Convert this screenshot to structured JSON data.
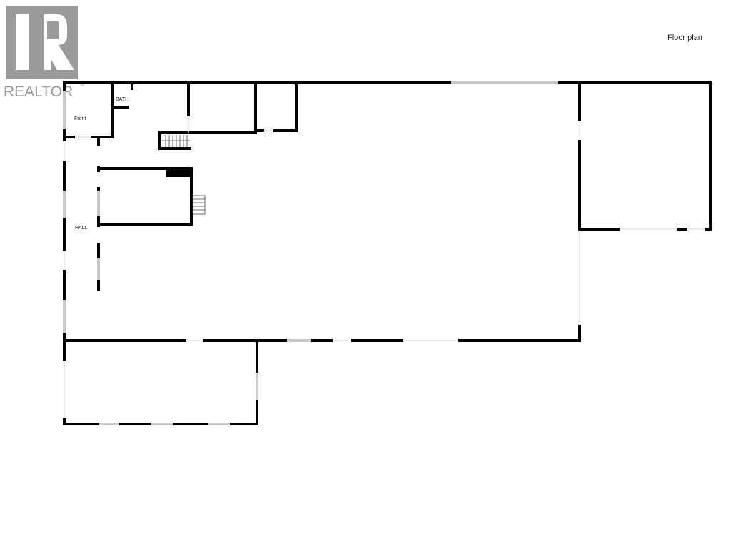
{
  "title": "Floor plan",
  "logo": {
    "name": "realtor-logo",
    "text": "REALTOR",
    "mark": "®",
    "color": "#9a9a9a"
  },
  "rooms": [
    {
      "label": "Front"
    },
    {
      "label": "BATH"
    },
    {
      "label": "HALL"
    }
  ],
  "colors": {
    "wall": "#000000",
    "window": "#c8c8c8",
    "opening": "#e4e4e4"
  }
}
